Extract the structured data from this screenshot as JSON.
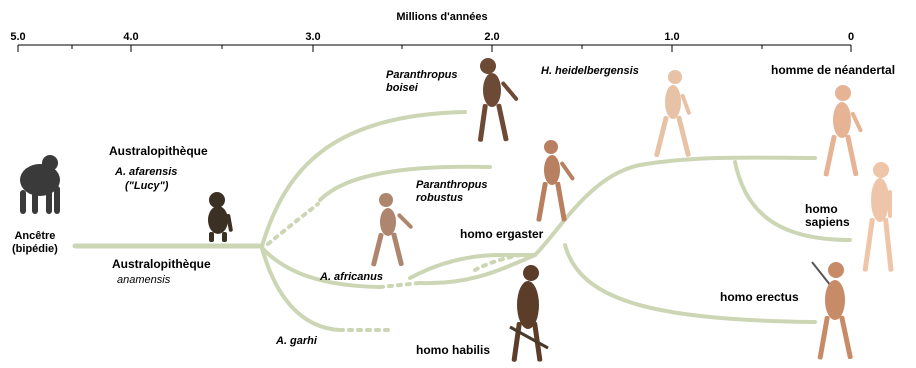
{
  "axis": {
    "title": "Millions d'années",
    "ticks": [
      "5.0",
      "4.0",
      "3.0",
      "2.0",
      "1.0",
      "0"
    ]
  },
  "labels": {
    "ancestor": "Ancêtre\n(bipédie)",
    "australo_afarensis_title": "Australopithèque",
    "australo_afarensis_species": "A. afarensis",
    "australo_afarensis_nick": "(\"Lucy\")",
    "australo_anamensis_title": "Australopithèque",
    "australo_anamensis_species": "anamensis",
    "paranthropus_boisei": "Paranthropus\nboisei",
    "paranthropus_robustus": "Paranthropus\nrobustus",
    "africanus": "A. africanus",
    "garhi": "A. garhi",
    "heidelbergensis": "H. heidelbergensis",
    "neandertal": "homme de néandertal",
    "ergaster": "homo ergaster",
    "sapiens": "homo\nsapiens",
    "erectus": "homo erectus",
    "habilis": "homo habilis"
  },
  "colors": {
    "branch": "#cdd6b4",
    "branch_dark": "#c2cca6",
    "tick_line": "#000000"
  },
  "icons": [
    "ape-ancestor-icon",
    "australopithecus-figure-icon",
    "paranthropus-boisei-figure-icon",
    "africanus-figure-icon",
    "robustus-figure-icon",
    "heidelbergensis-figure-icon",
    "neandertal-figure-icon",
    "sapiens-figure-icon",
    "erectus-figure-icon",
    "habilis-figure-icon"
  ]
}
